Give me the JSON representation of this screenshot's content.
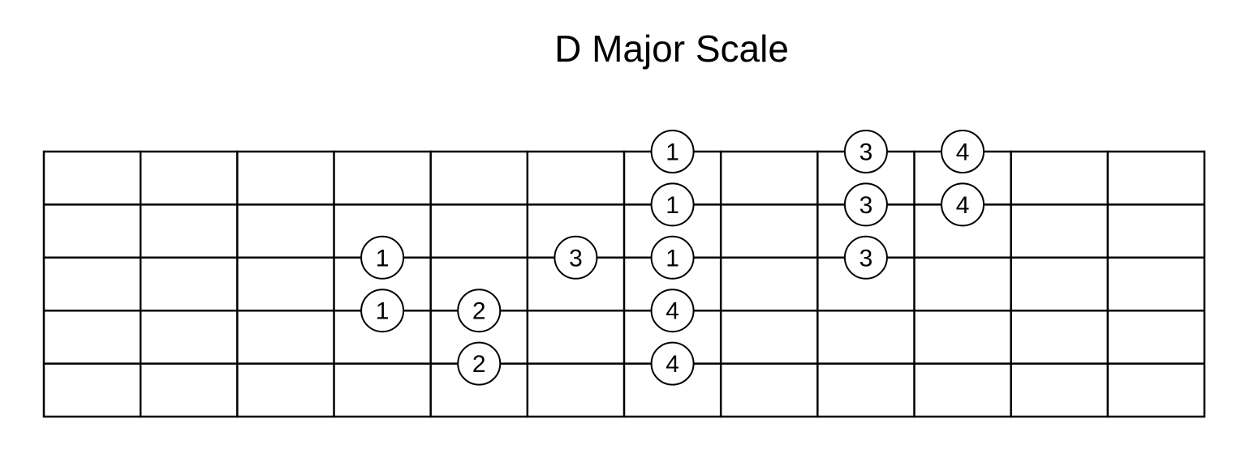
{
  "title": "D Major Scale",
  "diagram": {
    "string_count": 6,
    "fret_count": 12,
    "line_color": "#000000",
    "dot_fill": "#ffffff",
    "notes": [
      {
        "string": 1,
        "fret": 7,
        "finger": "1"
      },
      {
        "string": 1,
        "fret": 9,
        "finger": "3"
      },
      {
        "string": 1,
        "fret": 10,
        "finger": "4"
      },
      {
        "string": 2,
        "fret": 7,
        "finger": "1"
      },
      {
        "string": 2,
        "fret": 9,
        "finger": "3"
      },
      {
        "string": 2,
        "fret": 10,
        "finger": "4"
      },
      {
        "string": 3,
        "fret": 4,
        "finger": "1"
      },
      {
        "string": 3,
        "fret": 6,
        "finger": "3"
      },
      {
        "string": 3,
        "fret": 7,
        "finger": "1"
      },
      {
        "string": 3,
        "fret": 9,
        "finger": "3"
      },
      {
        "string": 4,
        "fret": 4,
        "finger": "1"
      },
      {
        "string": 4,
        "fret": 5,
        "finger": "2"
      },
      {
        "string": 4,
        "fret": 7,
        "finger": "4"
      },
      {
        "string": 5,
        "fret": 5,
        "finger": "2"
      },
      {
        "string": 5,
        "fret": 7,
        "finger": "4"
      }
    ]
  }
}
